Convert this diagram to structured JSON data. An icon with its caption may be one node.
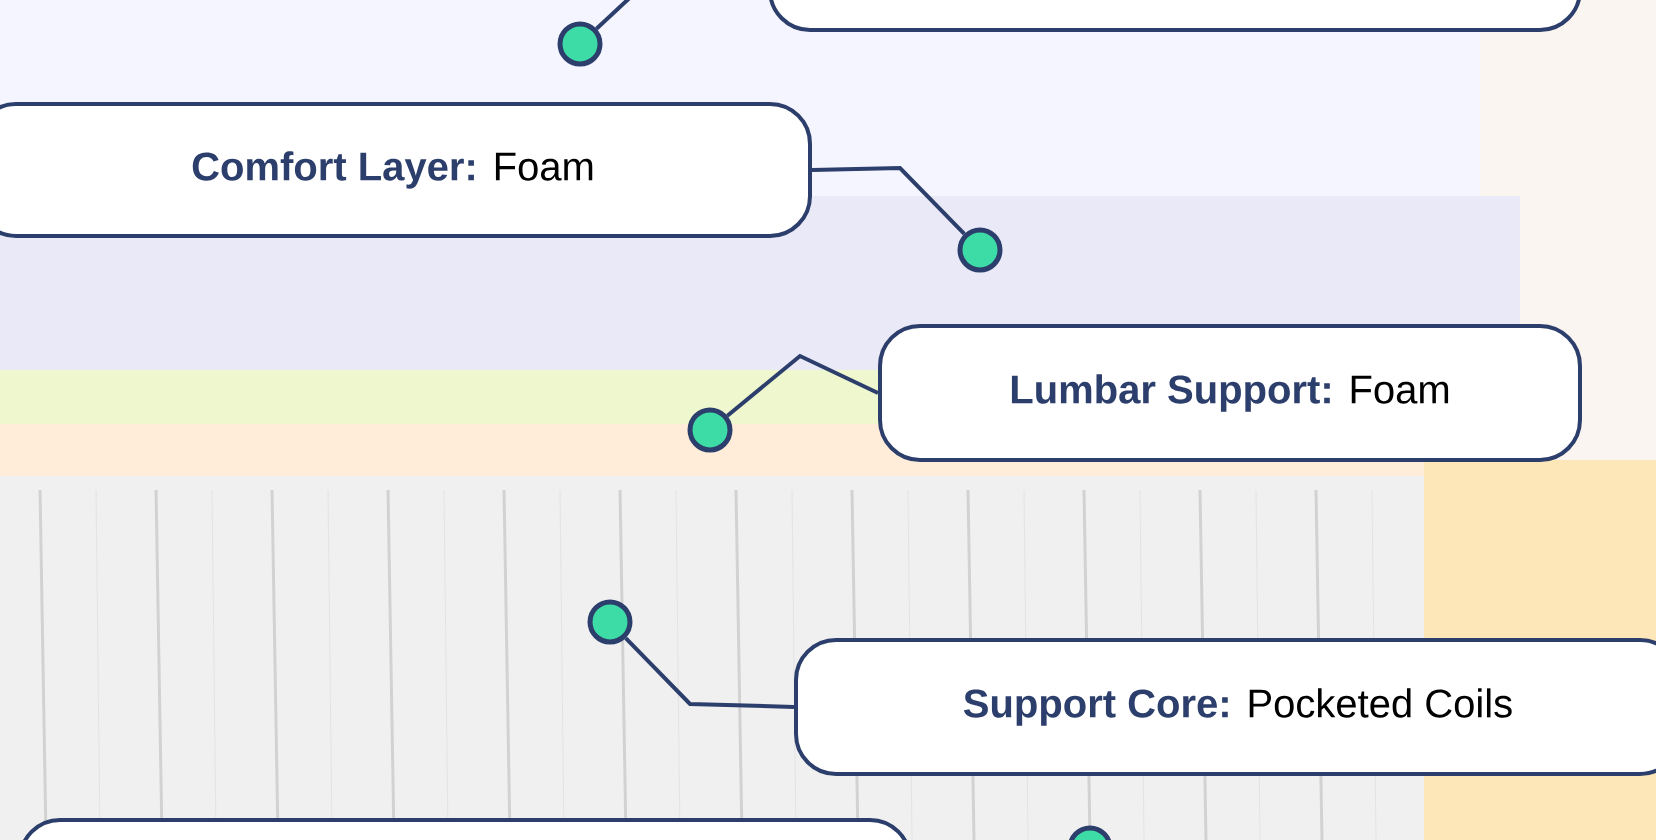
{
  "diagram": {
    "nodes": [
      {
        "text": [],
        "shape": "box"
      },
      {
        "text": [],
        "shape": "circle"
      },
      {
        "text": [
          "**Comfort Layer:** Foam"
        ]
      },
      {
        "text": [],
        "shape": "circle"
      },
      {
        "text": [
          "**Lumbar Support:** Foam"
        ]
      },
      {
        "text": [],
        "shape": "circle"
      },
      {
        "text": [
          "**Support Core:** Pocketed Coils"
        ]
      },
      {
        "text": [],
        "shape": "circle"
      },
      {
        "text": [],
        "shape": "box"
      },
      {
        "text": [],
        "shape": "circle"
      }
    ],
    "edges": [
      {
        "from": 0,
        "to": 1,
        "arrow": "none"
      },
      {
        "from": 2,
        "to": 3,
        "arrow": "none"
      },
      {
        "from": 4,
        "to": 5,
        "arrow": "none"
      },
      {
        "from": 6,
        "to": 7,
        "arrow": "none"
      }
    ]
  }
}
